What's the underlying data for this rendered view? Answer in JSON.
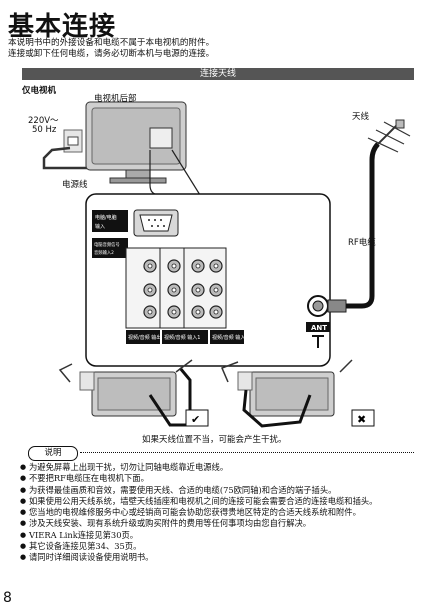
{
  "title": "基本连接",
  "intro": [
    "本说明书中的外接设备和电缆不属于本电视机的附件。",
    "连接或卸下任何电缆，请务必切断本机与电源的连接。"
  ],
  "section": "连接天线",
  "diagram": {
    "tv_only": "仅电视机",
    "tv_back": "电视机后部",
    "voltage": "220V～",
    "frequency": "50 Hz",
    "power_cord": "电源线",
    "antenna": "天线",
    "rf_cable": "RF电缆",
    "ant_tag": "ANT",
    "panel": {
      "pc_in_line1": "电脑/电脑",
      "pc_in_line2": "输入",
      "pc_note_line1": "电脑音频信号",
      "pc_note_line2": "音频输入2",
      "tab_labels": [
        "视频/音频 输出",
        "视频/音频 输入1",
        "视频/音频 输入2"
      ]
    },
    "check_mark": "✔",
    "cross_mark": "✖",
    "caption": "如果天线位置不当，可能会产生干扰。"
  },
  "note_label": "说明",
  "notes": [
    "为避免屏幕上出现干扰，切勿让同轴电缆靠近电源线。",
    "不要把RF电缆压在电视机下面。",
    "为获得最佳画质和音效，需要使用天线、合适的电缆(75欧同轴)和合适的端子插头。",
    "如果使用公用天线系统，墙壁天线插座和电视机之间的连接可能会需要合适的连接电缆和插头。",
    "您当地的电视维修服务中心或经销商可能会协助您获得贵地区特定的合适天线系统和附件。",
    "涉及天线安装、现有系统升级或购买附件的费用等任何事项均由您自行解决。",
    "VIERA Link连接见第30页。",
    "其它设备连接见第34、35页。",
    "请同时详细阅读设备使用说明书。"
  ],
  "page_number": "8"
}
